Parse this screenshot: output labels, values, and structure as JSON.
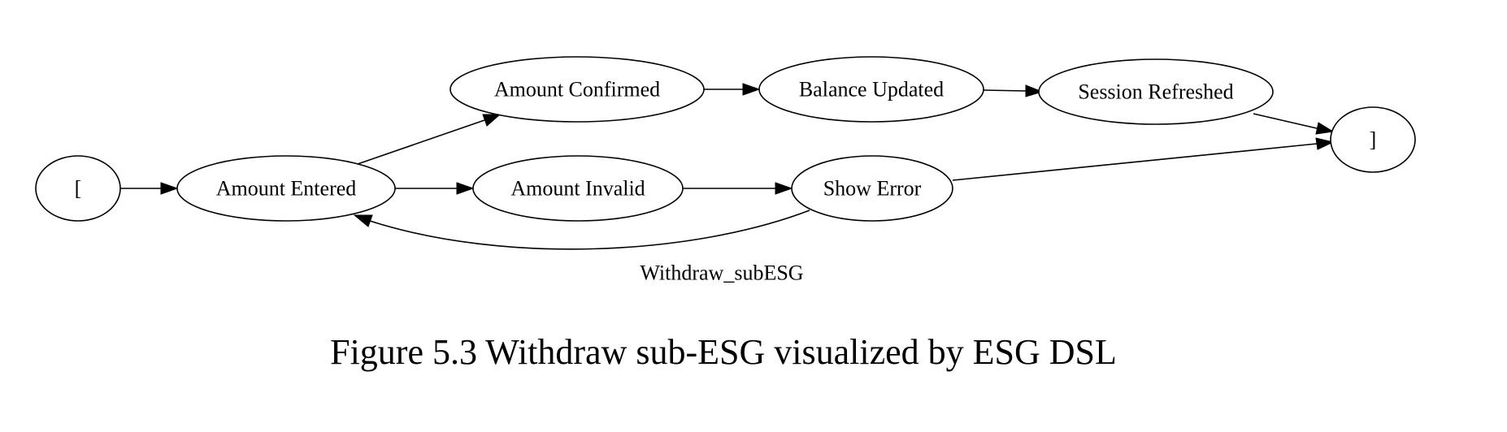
{
  "diagram": {
    "nodes": [
      {
        "id": "start",
        "label": "["
      },
      {
        "id": "amount_entered",
        "label": "Amount Entered"
      },
      {
        "id": "amount_confirmed",
        "label": "Amount Confirmed"
      },
      {
        "id": "amount_invalid",
        "label": "Amount Invalid"
      },
      {
        "id": "balance_updated",
        "label": "Balance Updated"
      },
      {
        "id": "session_refreshed",
        "label": "Session Refreshed"
      },
      {
        "id": "show_error",
        "label": "Show Error"
      },
      {
        "id": "end",
        "label": "]"
      }
    ],
    "edges": [
      {
        "from": "start",
        "to": "amount_entered"
      },
      {
        "from": "amount_entered",
        "to": "amount_confirmed"
      },
      {
        "from": "amount_entered",
        "to": "amount_invalid"
      },
      {
        "from": "amount_confirmed",
        "to": "balance_updated"
      },
      {
        "from": "balance_updated",
        "to": "session_refreshed"
      },
      {
        "from": "amount_invalid",
        "to": "show_error"
      },
      {
        "from": "session_refreshed",
        "to": "end"
      },
      {
        "from": "show_error",
        "to": "end"
      },
      {
        "from": "show_error",
        "to": "amount_entered"
      }
    ],
    "graph_label": "Withdraw_subESG"
  },
  "caption": "Figure 5.3 Withdraw sub-ESG visualized by ESG DSL"
}
